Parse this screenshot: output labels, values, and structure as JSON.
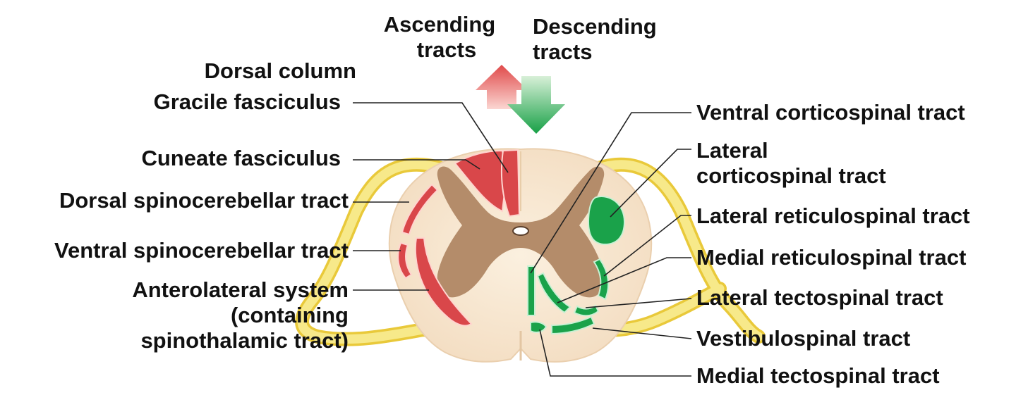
{
  "header": {
    "ascending": [
      "Ascending",
      "tracts"
    ],
    "descending": [
      "Descending",
      "tracts"
    ]
  },
  "left_labels": {
    "dorsal_column": "Dorsal column",
    "gracile": "Gracile fasciculus",
    "cuneate": "Cuneate fasciculus",
    "dorsal_spinocerebellar": "Dorsal spinocerebellar tract",
    "ventral_spinocerebellar": "Ventral spinocerebellar tract",
    "anterolateral": [
      "Anterolateral system",
      "(containing",
      "spinothalamic tract)"
    ]
  },
  "right_labels": {
    "ventral_corticospinal": "Ventral corticospinal tract",
    "lateral_corticospinal": [
      "Lateral",
      "corticospinal tract"
    ],
    "lateral_reticulospinal": "Lateral reticulospinal tract",
    "medial_reticulospinal": "Medial reticulospinal tract",
    "lateral_tectospinal": "Lateral tectospinal tract",
    "vestibulospinal": "Vestibulospinal tract",
    "medial_tectospinal": "Medial tectospinal tract"
  },
  "colors": {
    "ascending": "#d9474a",
    "descending": "#1aa24a",
    "gray_matter": "#b48c6a",
    "white_matter": "#f7e6cf",
    "nerve_root": "#f2df5a"
  }
}
